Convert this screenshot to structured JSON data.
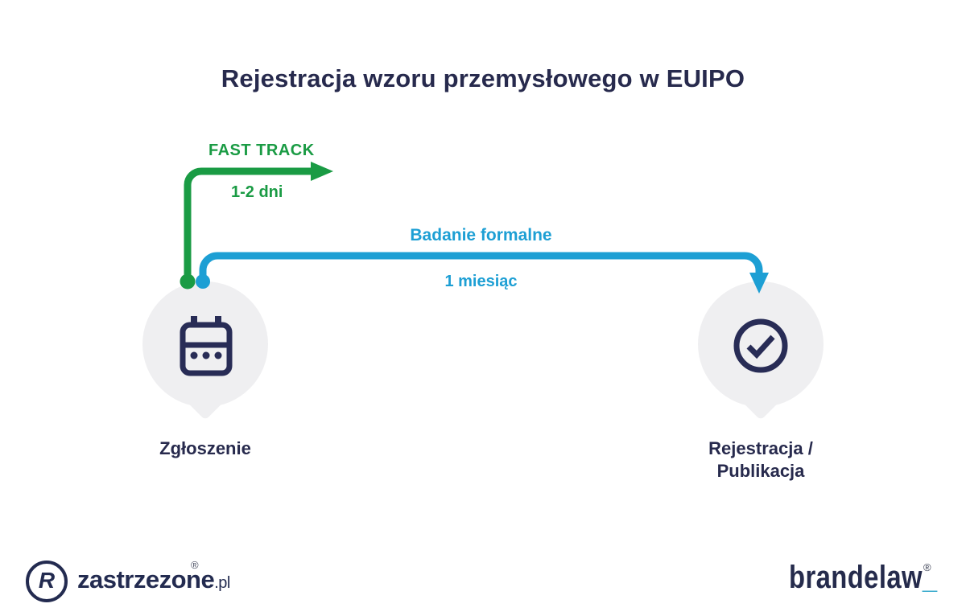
{
  "title": "Rejestracja wzoru przemysłowego w EUIPO",
  "fast_track": {
    "label": "FAST TRACK",
    "duration": "1-2 dni",
    "color": "#1a9b44"
  },
  "formal_examination": {
    "label": "Badanie formalne",
    "duration": "1 miesiąc",
    "color": "#1d9fd4"
  },
  "nodes": [
    {
      "id": "zgloszenie",
      "label": "Zgłoszenie",
      "icon": "calendar-icon"
    },
    {
      "id": "rejestracja-publikacja",
      "label": "Rejestracja / Publikacja",
      "label_line1": "Rejestracja /",
      "label_line2": "Publikacja",
      "icon": "check-circle-icon"
    }
  ],
  "footer": {
    "left_logo": {
      "mark_letter": "R",
      "text": "zastrzezone",
      "tld": ".pl",
      "registered": "®"
    },
    "right_logo": {
      "text": "brandelaw",
      "underscore": "_",
      "registered": "®"
    }
  },
  "colors": {
    "title_navy": "#272a4d",
    "green": "#1a9b44",
    "blue": "#1d9fd4",
    "node_background": "#efeff1",
    "icon_navy": "#282c56",
    "brand_underscore_teal": "#3aabcd"
  }
}
